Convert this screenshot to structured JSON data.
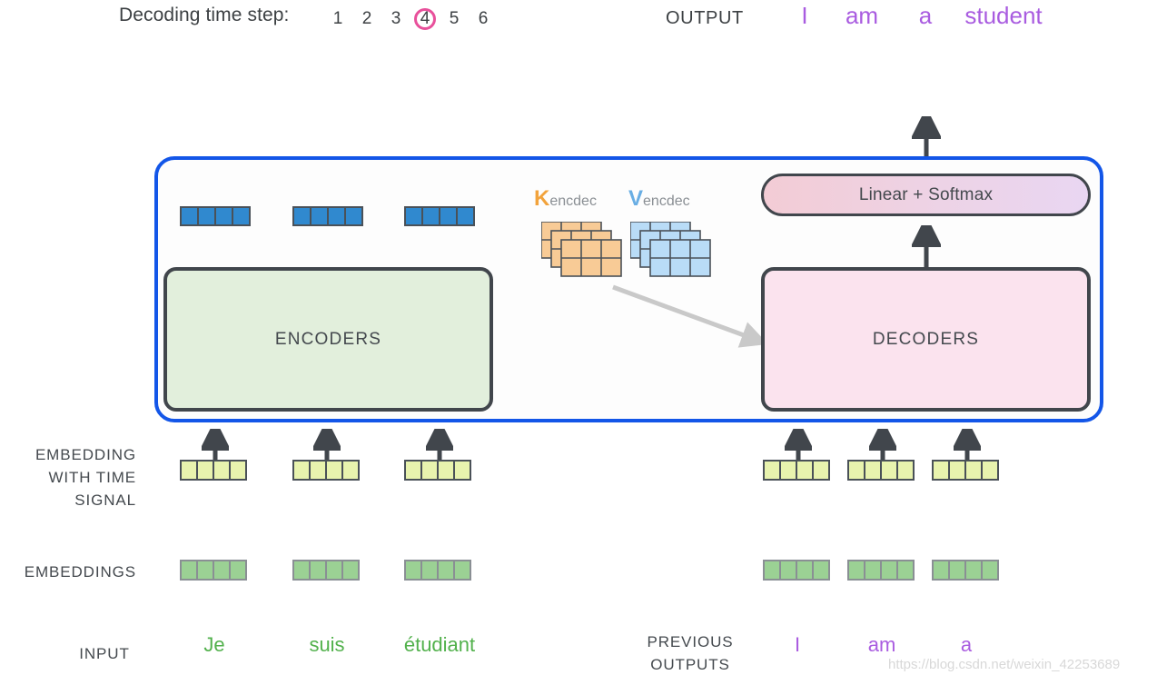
{
  "header": {
    "step_label": "Decoding time step:",
    "steps": [
      "1",
      "2",
      "3",
      "4",
      "5",
      "6"
    ],
    "active_step": "4",
    "output_label": "OUTPUT",
    "output_tokens": [
      "I",
      "am",
      "a",
      "student"
    ],
    "accent_circle_color": "#e8509b",
    "output_token_color": "#a95ce0"
  },
  "diagram": {
    "frame_color": "#1356e8",
    "encoders_label": "ENCODERS",
    "decoders_label": "DECODERS",
    "linear_softmax_label": "Linear + Softmax",
    "encoders_color": "#e2efdc",
    "decoders_color": "#fbe3ee",
    "kv": [
      {
        "symbol": "K",
        "subscript": "encdec",
        "color": "#f2a33c",
        "cell_color": "#f8cb96"
      },
      {
        "symbol": "V",
        "subscript": "encdec",
        "color": "#69aee4",
        "cell_color": "#b9dcf7"
      }
    ],
    "encoder_output_vectors": 3,
    "encoder_output_cells": 4,
    "encoder_output_color": "#3089cf"
  },
  "rows": {
    "time_signal_label": [
      "EMBEDDING",
      "WITH TIME",
      "SIGNAL"
    ],
    "embeddings_label": "EMBEDDINGS",
    "input_label": "INPUT",
    "previous_outputs_label": [
      "PREVIOUS",
      "OUTPUTS"
    ],
    "time_signal_color": "#e8f3ae",
    "embeddings_color": "#9bd194",
    "cells_per_vector": 4
  },
  "tokens": {
    "source": [
      "Je",
      "suis",
      "étudiant"
    ],
    "target": [
      "I",
      "am",
      "a"
    ],
    "source_color": "#52b14c",
    "target_color": "#a95ce0"
  },
  "watermark": "https://blog.csdn.net/weixin_42253689"
}
